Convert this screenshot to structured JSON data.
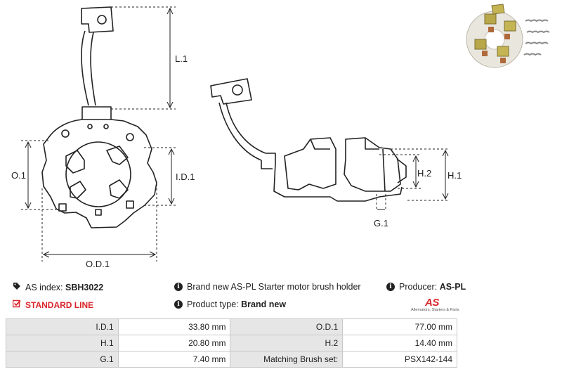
{
  "dimensions": {
    "l1": "L.1",
    "o1": "O.1",
    "i_d1": "I.D.1",
    "o_d1": "O.D.1",
    "h2": "H.2",
    "h1": "H.1",
    "g1": "G.1"
  },
  "info": {
    "as_index_label": "AS index:",
    "as_index_value": "SBH3022",
    "standard_line": "STANDARD LINE",
    "description": "Brand new AS-PL Starter motor brush holder",
    "product_type_label": "Product type:",
    "product_type_value": "Brand new",
    "producer_label": "Producer:",
    "producer_value": "AS-PL"
  },
  "logo": {
    "mark": "AS",
    "tagline": "Alternators, Starters & Parts"
  },
  "specs": [
    {
      "l1": "I.D.1",
      "v1": "33.80 mm",
      "l2": "O.D.1",
      "v2": "77.00 mm"
    },
    {
      "l1": "H.1",
      "v1": "20.80 mm",
      "l2": "H.2",
      "v2": "14.40 mm"
    },
    {
      "l1": "G.1",
      "v1": "7.40 mm",
      "l2": "Matching Brush set:",
      "v2": "PSX142-144"
    }
  ],
  "colors": {
    "accent": "#d9262b",
    "table_label_bg": "#e6e6e6",
    "table_border": "#c8c8c8"
  }
}
